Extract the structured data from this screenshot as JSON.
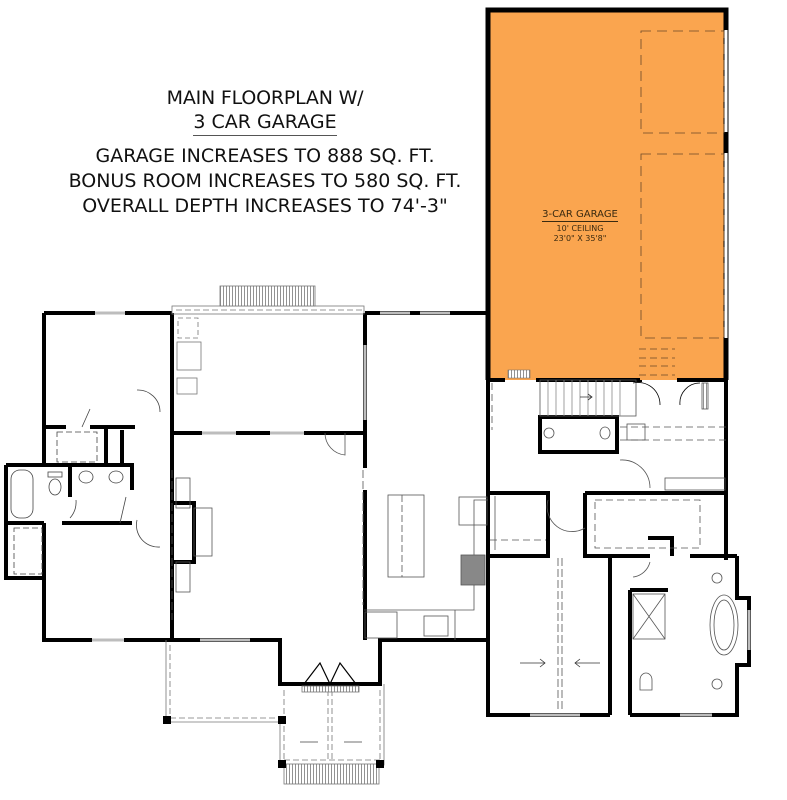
{
  "plan": {
    "title_line1": "MAIN FLOORPLAN W/",
    "title_line2": "3 CAR GARAGE",
    "notes": [
      "GARAGE INCREASES TO 888 SQ. FT.",
      "BONUS ROOM INCREASES TO 580 SQ. FT.",
      "OVERALL DEPTH INCREASES TO 74'-3\""
    ]
  },
  "rooms": {
    "garage": {
      "name": "3-CAR GARAGE",
      "ceiling": "10' CEILING",
      "dimensions": "23'0\" X 35'8\"",
      "fill_color": "#FAA54F"
    }
  },
  "colors": {
    "wall": "#000000",
    "window": "#BDBDBD",
    "fixture_line": "#555555",
    "background": "#FFFFFF"
  }
}
